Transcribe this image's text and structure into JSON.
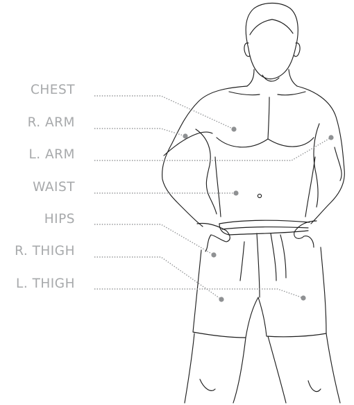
{
  "measurements": [
    {
      "id": "chest",
      "label": "CHEST"
    },
    {
      "id": "r-arm",
      "label": "R. ARM"
    },
    {
      "id": "l-arm",
      "label": "L. ARM"
    },
    {
      "id": "waist",
      "label": "WAIST"
    },
    {
      "id": "hips",
      "label": "HIPS"
    },
    {
      "id": "r-thigh",
      "label": "R. THIGH"
    },
    {
      "id": "l-thigh",
      "label": "L. THIGH"
    }
  ],
  "colors": {
    "label": "#a7a9ab",
    "leader": "#8f9193",
    "outline": "#1e1e1e",
    "background": "#ffffff"
  }
}
